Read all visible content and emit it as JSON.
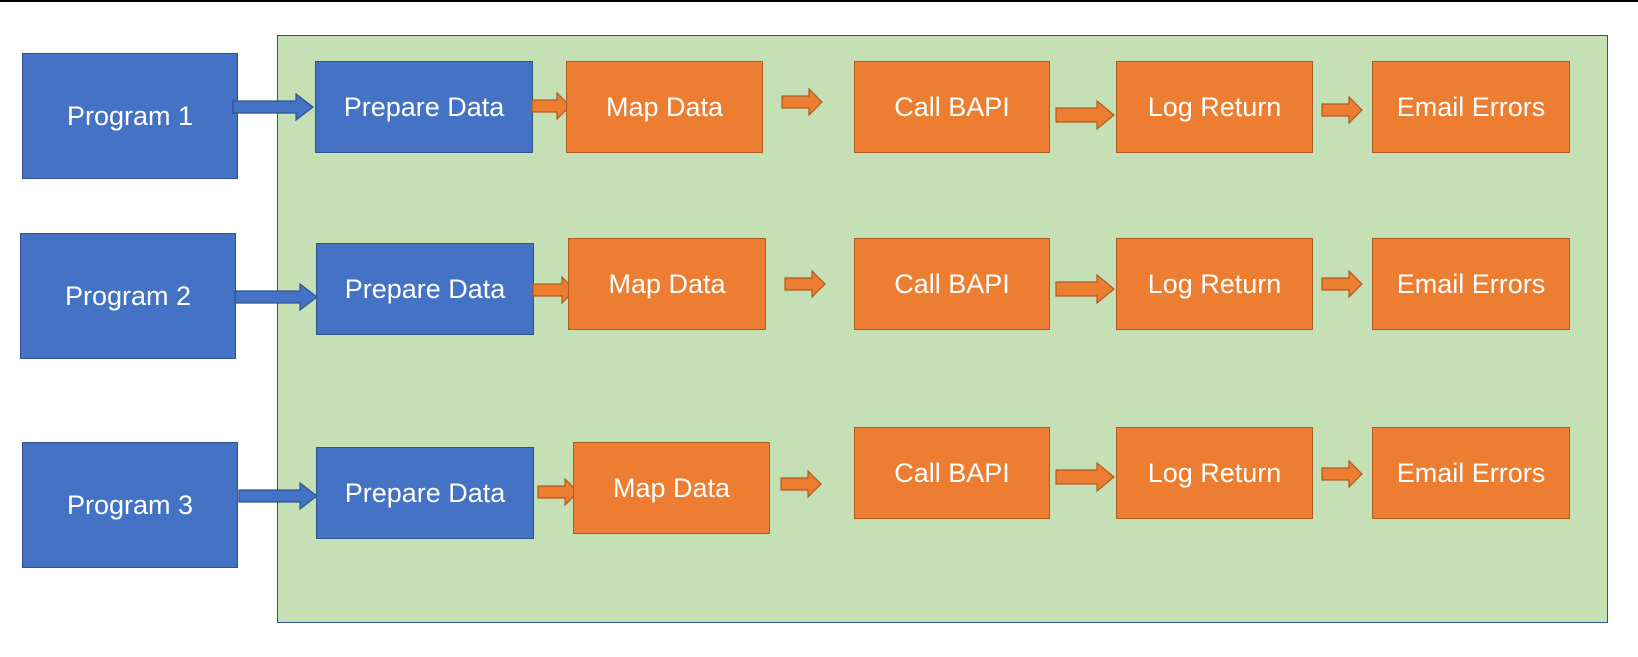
{
  "colors": {
    "background_green": "#c5e0b4",
    "blue_fill": "#4472c4",
    "blue_border": "#2f528f",
    "orange_fill": "#ed7d31",
    "orange_border": "#ae5a21",
    "text": "#ffffff"
  },
  "rows": [
    {
      "program": "Program 1",
      "steps": [
        "Prepare Data",
        "Map Data",
        "Call BAPI",
        "Log Return",
        "Email Errors"
      ]
    },
    {
      "program": "Program 2",
      "steps": [
        "Prepare Data",
        "Map Data",
        "Call BAPI",
        "Log Return",
        "Email Errors"
      ]
    },
    {
      "program": "Program 3",
      "steps": [
        "Prepare Data",
        "Map Data",
        "Call BAPI",
        "Log Return",
        "Email Errors"
      ]
    }
  ]
}
